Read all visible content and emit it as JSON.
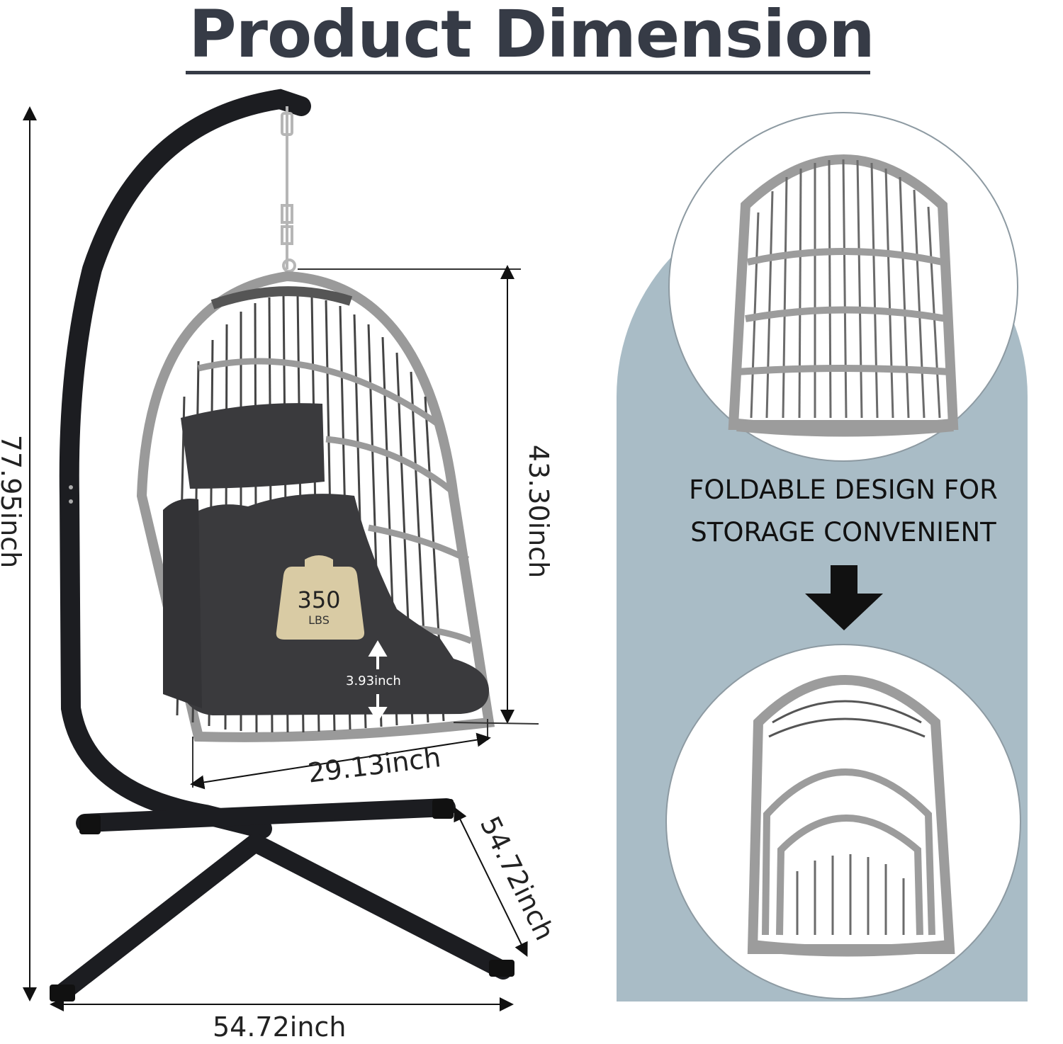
{
  "title": "Product Dimension",
  "dimensions": {
    "total_height": "77.95inch",
    "basket_height": "43.30inch",
    "basket_width": "29.13inch",
    "base_depth": "54.72inch",
    "base_width": "54.72inch",
    "cushion_thickness": "3.93inch"
  },
  "weight_badge": {
    "value": "350",
    "unit": "LBS"
  },
  "feature_caption": {
    "line1": "FOLDABLE DESIGN FOR",
    "line2": "STORAGE CONVENIENT"
  },
  "colors": {
    "title": "#363b46",
    "panel": "#a9bcc6",
    "stand": "#1c1d21",
    "rattan": "#9a9a9a",
    "cushion": "#3a3a3d",
    "badge": "#d9cba4"
  }
}
